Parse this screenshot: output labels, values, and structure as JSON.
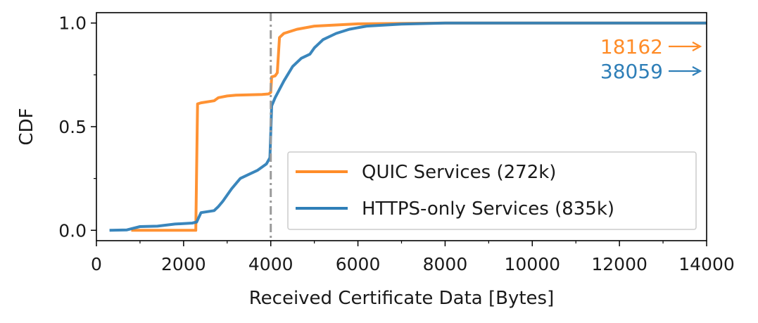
{
  "chart_data": {
    "type": "line",
    "title": "",
    "xlabel": "Received Certificate Data [Bytes]",
    "ylabel": "CDF",
    "xlim": [
      0,
      14000
    ],
    "ylim": [
      -0.05,
      1.05
    ],
    "x_ticks": [
      0,
      2000,
      4000,
      6000,
      8000,
      10000,
      12000,
      14000
    ],
    "x_tick_labels": [
      "0",
      "2000",
      "4000",
      "6000",
      "8000",
      "10000",
      "12000",
      "14000"
    ],
    "y_ticks": [
      0.0,
      0.5,
      1.0
    ],
    "y_tick_labels": [
      "0.0",
      "0.5",
      "1.0"
    ],
    "grid": false,
    "legend_position": "lower-right",
    "reference_line": {
      "x": 4000,
      "style": "dash-dot",
      "color": "#9a9a9a"
    },
    "series": [
      {
        "name": "QUIC Services (272k)",
        "color": "#ff8c28",
        "points": [
          [
            800,
            0.0
          ],
          [
            2280,
            0.0
          ],
          [
            2300,
            0.3
          ],
          [
            2320,
            0.61
          ],
          [
            2400,
            0.615
          ],
          [
            2700,
            0.625
          ],
          [
            2800,
            0.64
          ],
          [
            3000,
            0.648
          ],
          [
            3200,
            0.652
          ],
          [
            3800,
            0.655
          ],
          [
            3950,
            0.658
          ],
          [
            4000,
            0.665
          ],
          [
            4020,
            0.74
          ],
          [
            4100,
            0.745
          ],
          [
            4150,
            0.76
          ],
          [
            4200,
            0.93
          ],
          [
            4300,
            0.95
          ],
          [
            4600,
            0.97
          ],
          [
            5000,
            0.985
          ],
          [
            6000,
            0.996
          ],
          [
            8000,
            1.0
          ],
          [
            14000,
            1.0
          ]
        ]
      },
      {
        "name": "HTTPS-only Services (835k)",
        "color": "#2f7fb8",
        "points": [
          [
            300,
            0.0
          ],
          [
            700,
            0.002
          ],
          [
            850,
            0.01
          ],
          [
            1000,
            0.018
          ],
          [
            1400,
            0.02
          ],
          [
            1800,
            0.03
          ],
          [
            2200,
            0.035
          ],
          [
            2300,
            0.04
          ],
          [
            2400,
            0.085
          ],
          [
            2700,
            0.095
          ],
          [
            2800,
            0.115
          ],
          [
            2900,
            0.14
          ],
          [
            3100,
            0.2
          ],
          [
            3300,
            0.25
          ],
          [
            3500,
            0.27
          ],
          [
            3700,
            0.29
          ],
          [
            3900,
            0.32
          ],
          [
            3980,
            0.35
          ],
          [
            4020,
            0.6
          ],
          [
            4100,
            0.64
          ],
          [
            4300,
            0.72
          ],
          [
            4500,
            0.79
          ],
          [
            4700,
            0.83
          ],
          [
            4900,
            0.85
          ],
          [
            5000,
            0.88
          ],
          [
            5200,
            0.92
          ],
          [
            5500,
            0.95
          ],
          [
            5800,
            0.97
          ],
          [
            6200,
            0.985
          ],
          [
            7000,
            0.995
          ],
          [
            8000,
            1.0
          ],
          [
            14000,
            1.0
          ]
        ]
      }
    ],
    "annotations": [
      {
        "text": "18162",
        "arrow": "⟶",
        "color": "#ff8c28",
        "series": "QUIC Services (272k)"
      },
      {
        "text": "38059",
        "arrow": "⟶",
        "color": "#2f7fb8",
        "series": "HTTPS-only Services (835k)"
      }
    ]
  }
}
